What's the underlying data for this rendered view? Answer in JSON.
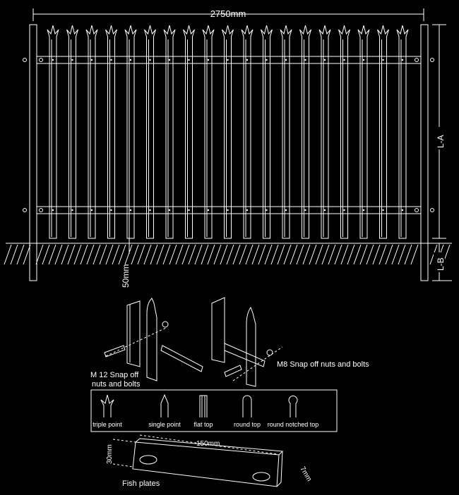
{
  "dimensions": {
    "width_label": "2750mm",
    "height_above_label": "L-A",
    "height_below_label": "L-B",
    "gap_label": "50mm"
  },
  "fence": {
    "pale_count": 19
  },
  "details": {
    "m12_label_line1": "M 12 Snap off",
    "m12_label_line2": "nuts and bolts",
    "m8_label": "M8 Snap off nuts and bolts"
  },
  "pale_types": [
    {
      "label": "triple point"
    },
    {
      "label": "single point"
    },
    {
      "label": "flat top"
    },
    {
      "label": "round top"
    },
    {
      "label": "round notched top"
    }
  ],
  "fish_plate": {
    "label": "Fish plates",
    "length_label": "150mm",
    "width_label": "30mm",
    "thickness_label": "7mm"
  }
}
